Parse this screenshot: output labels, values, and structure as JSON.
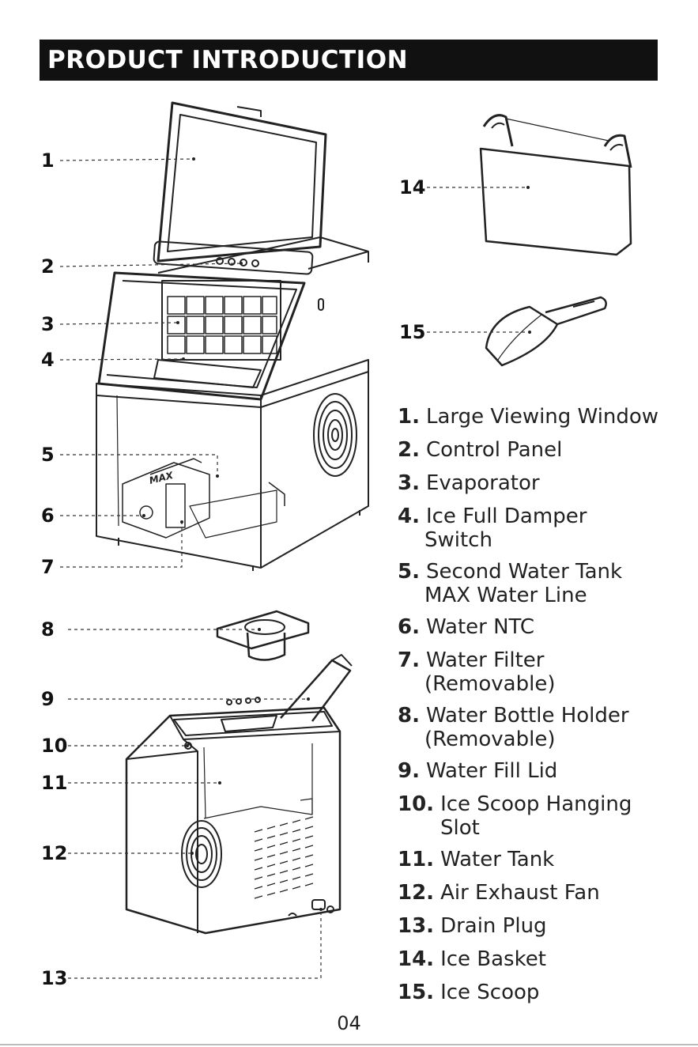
{
  "header": {
    "title": "PRODUCT INTRODUCTION"
  },
  "callouts": [
    "1",
    "2",
    "3",
    "4",
    "5",
    "6",
    "7",
    "8",
    "9",
    "10",
    "11",
    "12",
    "13",
    "14",
    "15"
  ],
  "diagram_labels": {
    "max_mark": "MAX"
  },
  "legend": [
    {
      "num": "1.",
      "text": "Large Viewing Window",
      "cont": ""
    },
    {
      "num": "2.",
      "text": "Control Panel",
      "cont": ""
    },
    {
      "num": "3.",
      "text": "Evaporator",
      "cont": ""
    },
    {
      "num": "4.",
      "text": "Ice Full Damper",
      "cont": "Switch"
    },
    {
      "num": "5.",
      "text": "Second Water Tank",
      "cont": "MAX Water Line"
    },
    {
      "num": "6.",
      "text": "Water NTC",
      "cont": ""
    },
    {
      "num": "7.",
      "text": "Water Filter",
      "cont": "(Removable)"
    },
    {
      "num": "8.",
      "text": "Water Bottle Holder",
      "cont": "(Removable)"
    },
    {
      "num": "9.",
      "text": "Water Fill Lid",
      "cont": ""
    },
    {
      "num": "10.",
      "text": "Ice Scoop Hanging",
      "cont": "Slot"
    },
    {
      "num": "11.",
      "text": "Water Tank",
      "cont": ""
    },
    {
      "num": "12.",
      "text": "Air Exhaust Fan",
      "cont": ""
    },
    {
      "num": "13.",
      "text": "Drain Plug",
      "cont": ""
    },
    {
      "num": "14.",
      "text": "Ice Basket",
      "cont": ""
    },
    {
      "num": "15.",
      "text": "Ice Scoop",
      "cont": ""
    }
  ],
  "page_number": "04"
}
